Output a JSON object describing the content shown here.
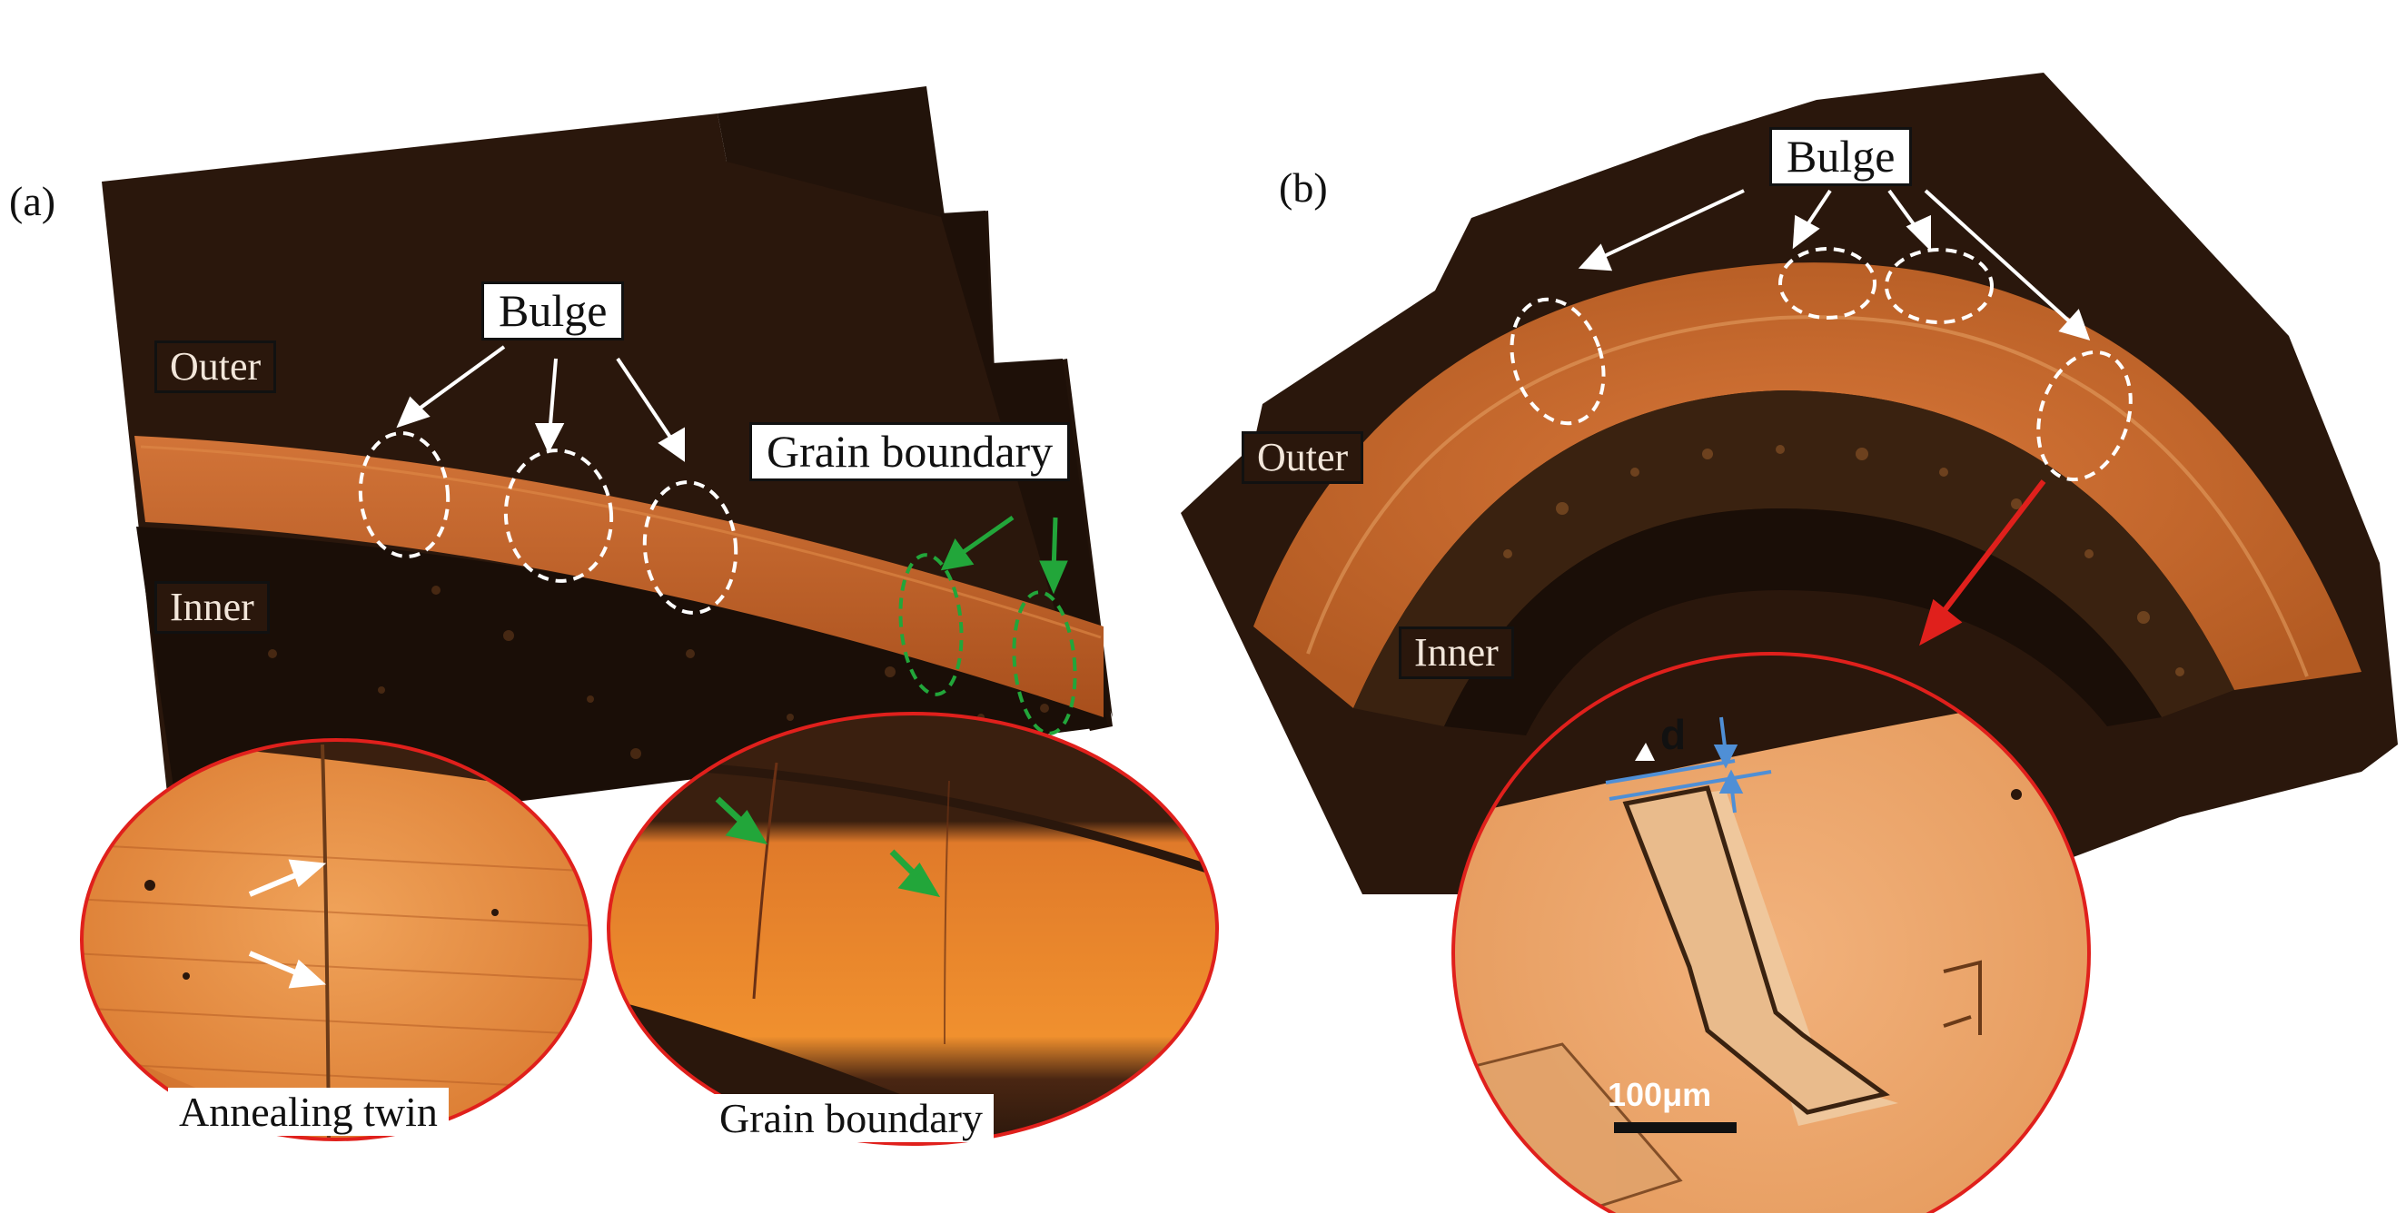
{
  "panel_a": {
    "letter": "(a)",
    "bulge_label": "Bulge",
    "outer_label": "Outer",
    "inner_label": "Inner",
    "grain_boundary_label": "Grain boundary",
    "inset_left_caption": "Annealing twin",
    "inset_right_caption": "Grain boundary"
  },
  "panel_b": {
    "letter": "(b)",
    "bulge_label": "Bulge",
    "outer_label": "Outer",
    "inner_label": "Inner",
    "d_label": "d",
    "scale_bar_label": "100μm"
  },
  "colors": {
    "background_dark": "#2a170c",
    "copper_band": "#c8692a",
    "copper_light": "#e9a86a",
    "inset_border": "#e0201c",
    "green_marker": "#22a63a",
    "blue_marker": "#4f8fd6",
    "white_marker": "#ffffff"
  }
}
